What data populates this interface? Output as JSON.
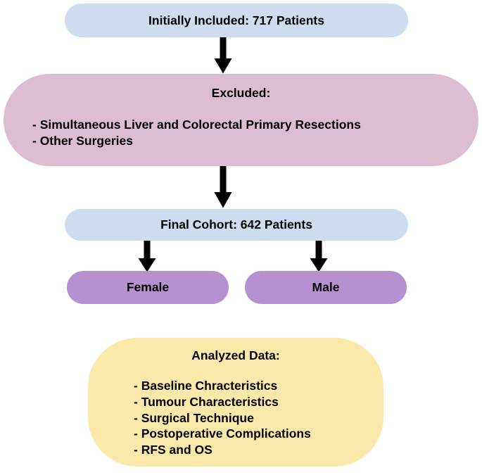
{
  "diagram": {
    "title": "Patient selection flow diagram",
    "colors": {
      "cohort_blue": "#cddcee",
      "excluded_pink": "#ddbdd2",
      "sex_purple": "#b691d0",
      "analysis_yellow": "#fae9a8",
      "arrow_black": "#000000",
      "text_black": "#000000",
      "background": "#ffffff"
    },
    "nodes": {
      "initial": {
        "title": "Initially Included: 717 Patients",
        "count": 717
      },
      "excluded": {
        "title": "Excluded:",
        "items": [
          "- Simultaneous Liver and Colorectal Primary Resections",
          "- Other Surgeries"
        ]
      },
      "final": {
        "title": "Final Cohort: 642 Patients",
        "count": 642
      },
      "female": {
        "title": "Female"
      },
      "male": {
        "title": "Male"
      },
      "analyzed": {
        "title": "Analyzed Data:",
        "items": [
          "- Baseline Chracteristics",
          "- Tumour Characteristics",
          "- Surgical Technique",
          "- Postoperative Complications",
          "- RFS and OS"
        ]
      }
    },
    "arrows": [
      {
        "name": "initial-to-excluded",
        "from": "initial",
        "to": "excluded"
      },
      {
        "name": "excluded-to-final",
        "from": "excluded",
        "to": "final"
      },
      {
        "name": "final-to-female",
        "from": "final",
        "to": "female"
      },
      {
        "name": "final-to-male",
        "from": "final",
        "to": "male"
      }
    ]
  }
}
